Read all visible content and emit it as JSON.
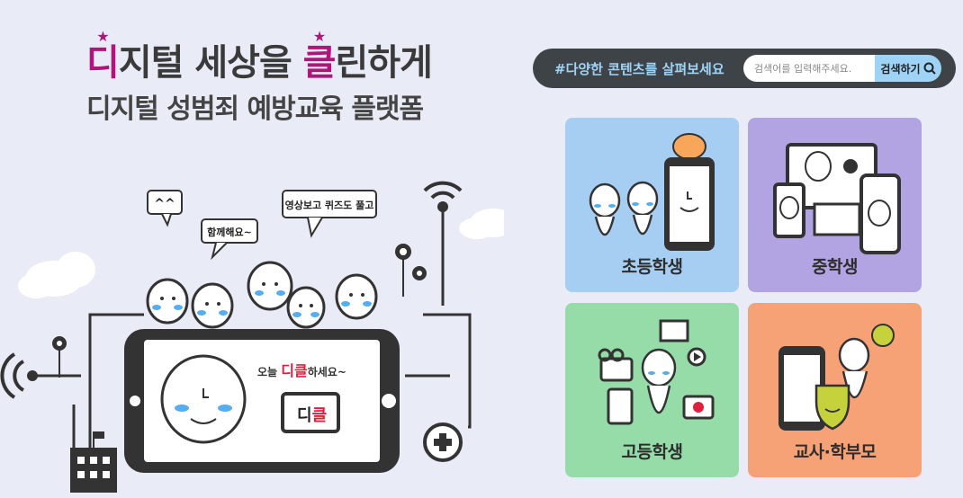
{
  "hero": {
    "line1_prefix_accent": "디",
    "line1_mid": "지털 세상을 ",
    "line1_accent2": "클",
    "line1_suffix": "린하게",
    "line2": "디지털 성범죄 예방교육 플랫폼"
  },
  "scene": {
    "bubble_1": "^^",
    "bubble_2": "함께해요~",
    "bubble_3": "영상보고 퀴즈도 풀고",
    "phone_message_prefix": "오늘 ",
    "phone_message_accent": "디클",
    "phone_message_suffix": "하세요~",
    "phone_card_text_1": "디",
    "phone_card_text_2": "클"
  },
  "search": {
    "hint": "#다양한 콘텐츠를 살펴보세요",
    "placeholder": "검색어를 입력해주세요.",
    "button_label": "검색하기"
  },
  "cards": [
    {
      "label": "초등학생",
      "color": "#a6cdf2"
    },
    {
      "label": "중학생",
      "color": "#b2a3e2"
    },
    {
      "label": "고등학생",
      "color": "#95dca9"
    },
    {
      "label": "교사·학부모",
      "color": "#f7a177"
    }
  ]
}
